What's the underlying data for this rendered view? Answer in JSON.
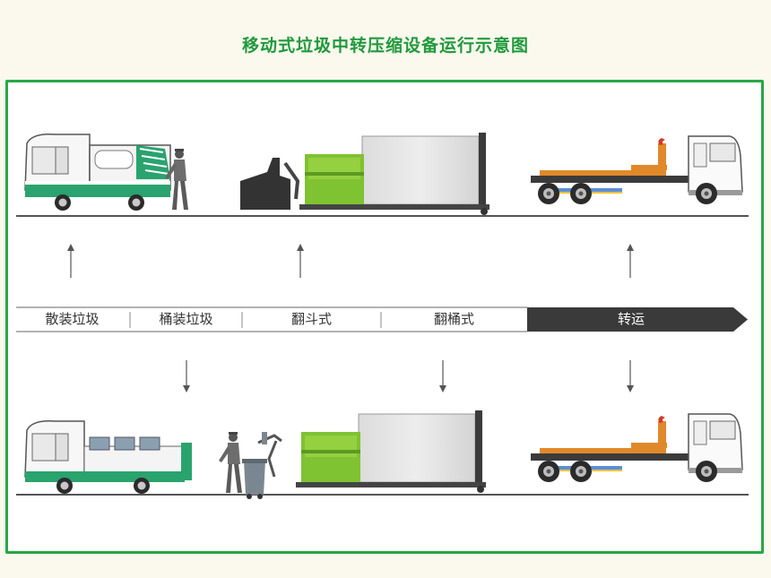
{
  "title": "移动式垃圾中转压缩设备运行示意图",
  "flow": {
    "stages": [
      {
        "label": "散装垃圾"
      },
      {
        "label": "桶装垃圾"
      },
      {
        "label": "翻斗式"
      },
      {
        "label": "翻桶式"
      },
      {
        "label": "转运"
      }
    ]
  },
  "colors": {
    "title": "#1f9a3c",
    "frame": "#27a844",
    "vehicle_green": "#2aa36e",
    "compactor_green": "#7fc232",
    "truck_orange": "#e0892a",
    "band_dark": "#3a3a3a"
  }
}
